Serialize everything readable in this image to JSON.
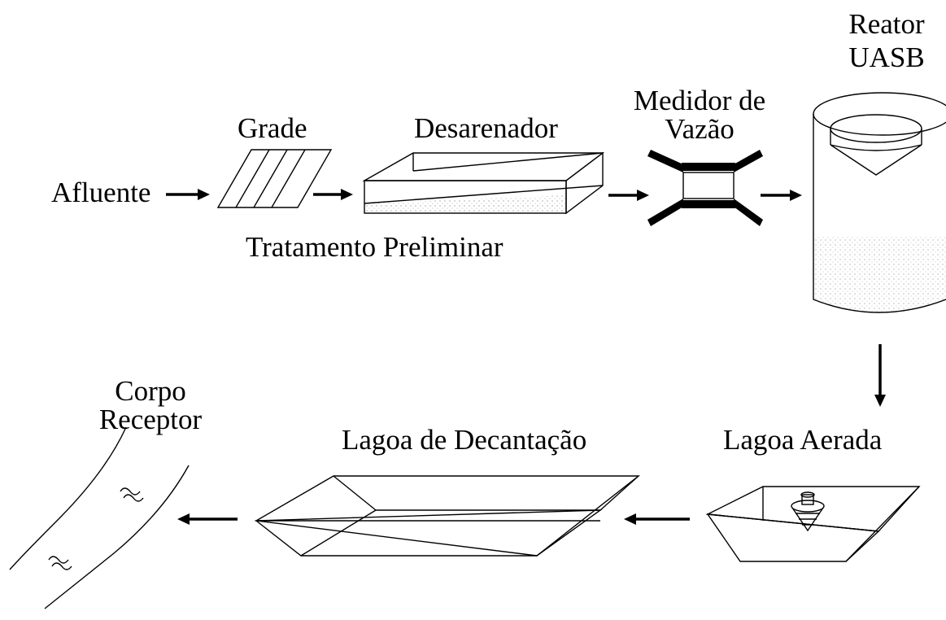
{
  "labels": {
    "afluente": "Afluente",
    "grade": "Grade",
    "desarenador": "Desarenador",
    "tratamento": "Tratamento Preliminar",
    "medidor_l1": "Medidor de",
    "medidor_l2": "Vazão",
    "reator_l1": "Reator",
    "reator_l2": "UASB",
    "lagoa_aerada": "Lagoa Aerada",
    "lagoa_decantacao": "Lagoa de Decantação",
    "corpo_l1": "Corpo",
    "corpo_l2": "Receptor"
  },
  "colors": {
    "ink": "#000000",
    "background": "#ffffff"
  }
}
